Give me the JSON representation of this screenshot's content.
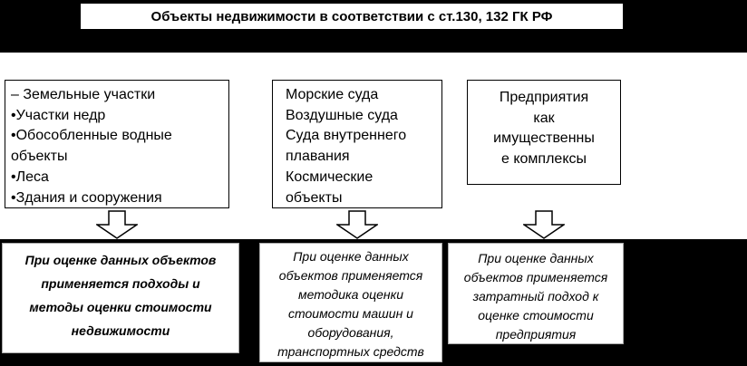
{
  "colors": {
    "band": "#000000",
    "box_background": "#ffffff",
    "box_border": "#000000"
  },
  "title": "Объекты недвижимости в соответствии с ст.130, 132 ГК РФ",
  "icons": {
    "arrow": "block-down-arrow"
  },
  "columns": [
    {
      "top": {
        "lines": [
          "– Земельные участки",
          "•Участки недр",
          "•Обособленные водные объекты",
          "•Леса",
          "•Здания и сооружения"
        ]
      },
      "bottom": {
        "lines": [
          "При оценке данных объектов",
          "применяется подходы и",
          "методы оценки стоимости",
          "недвижимости"
        ]
      }
    },
    {
      "top": {
        "lines": [
          "Морские суда",
          "Воздушные суда",
          "Суда внутреннего плавания",
          "Космические объекты"
        ]
      },
      "bottom": {
        "lines": [
          "При оценке данных",
          "объектов применяется",
          "методика оценки",
          "стоимости машин и",
          "оборудования,",
          "транспортных средств"
        ]
      }
    },
    {
      "top": {
        "lines": [
          "Предприятия",
          "как",
          "имущественны",
          "е комплексы"
        ]
      },
      "bottom": {
        "lines": [
          "При оценке данных",
          "объектов применяется",
          "затратный подход к",
          "оценке стоимости",
          "предприятия"
        ]
      }
    }
  ]
}
